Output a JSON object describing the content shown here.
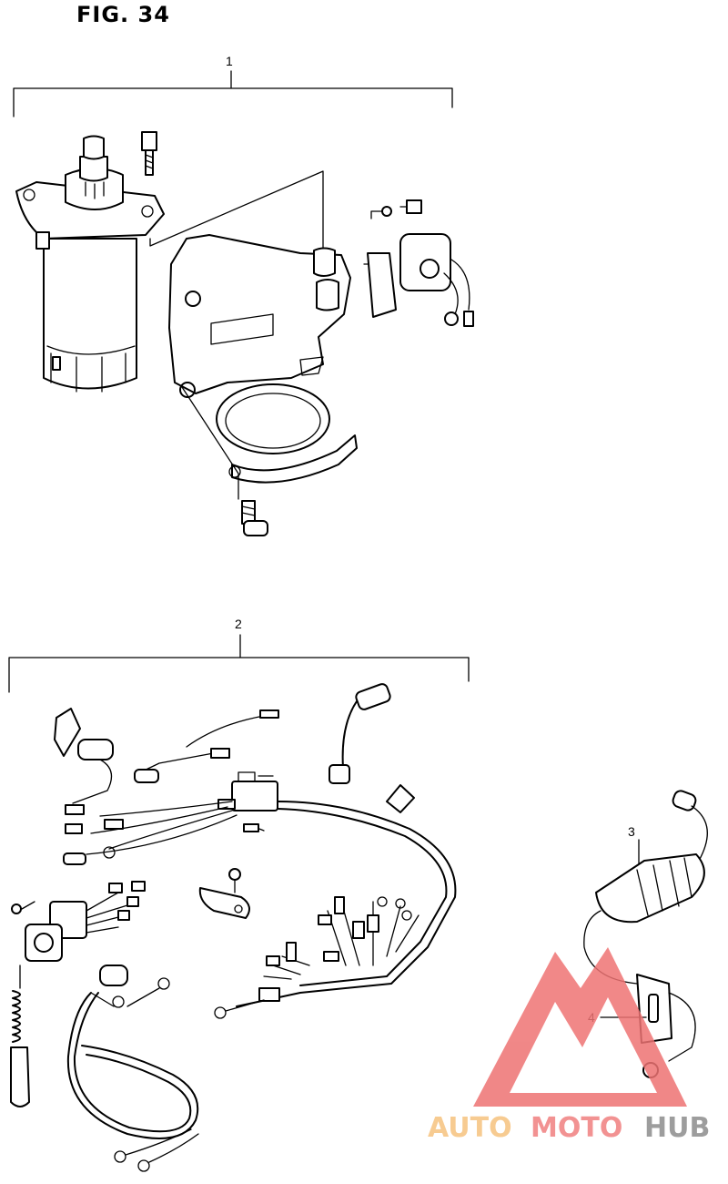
{
  "figure": {
    "title": "FIG. 34"
  },
  "callouts": [
    {
      "id": "1",
      "label": "1"
    },
    {
      "id": "2",
      "label": "2"
    },
    {
      "id": "3",
      "label": "3"
    },
    {
      "id": "4",
      "label": "4"
    }
  ],
  "watermark": {
    "part1": "AUTO",
    "part2": "MOTO",
    "part3": "HUB",
    "colors": {
      "auto": "#f6c27e",
      "moto": "#f08080",
      "hub": "#8c8c8c",
      "logo": "#ee7373"
    }
  }
}
